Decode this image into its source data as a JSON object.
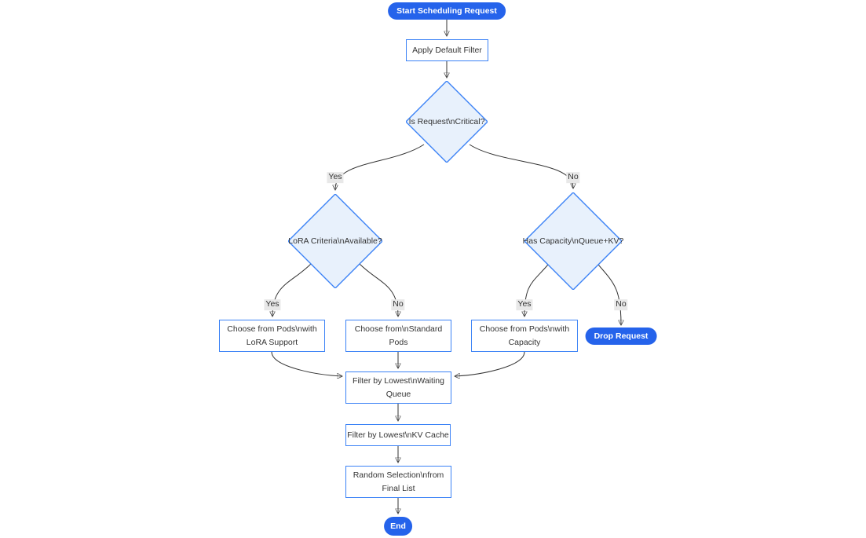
{
  "diagram": {
    "type": "flowchart",
    "direction": "top-down",
    "colors": {
      "accent_fill": "#2563eb",
      "node_border": "#3b82f6",
      "node_fill": "#ffffff",
      "decision_fill": "#e8f1fc",
      "edge_stroke": "#333333",
      "edge_label_bg": "#e8e8e8",
      "text": "#333333",
      "accent_text": "#ffffff"
    },
    "nodes": {
      "start": {
        "label": "Start Scheduling Request",
        "shape": "stadium"
      },
      "apply_filter": {
        "label": "Apply Default Filter",
        "shape": "rect"
      },
      "is_critical": {
        "label": "Is Request\\nCritical?",
        "shape": "diamond"
      },
      "lora_criteria": {
        "label": "LoRA Criteria\\nAvailable?",
        "shape": "diamond"
      },
      "has_capacity": {
        "label": "Has Capacity\\nQueue+KV?",
        "shape": "diamond"
      },
      "choose_lora": {
        "label": "Choose from Pods\\nwith LoRA Support",
        "shape": "rect"
      },
      "choose_standard": {
        "label": "Choose from\\nStandard Pods",
        "shape": "rect"
      },
      "choose_capacity": {
        "label": "Choose from Pods\\nwith Capacity",
        "shape": "rect"
      },
      "drop_request": {
        "label": "Drop Request",
        "shape": "stadium"
      },
      "filter_waiting": {
        "label": "Filter by Lowest\\nWaiting Queue",
        "shape": "rect"
      },
      "filter_kv": {
        "label": "Filter by Lowest\\nKV Cache",
        "shape": "rect"
      },
      "random_selection": {
        "label": "Random Selection\\nfrom Final List",
        "shape": "rect"
      },
      "end": {
        "label": "End",
        "shape": "stadium"
      }
    },
    "edges": [
      {
        "from": "start",
        "to": "apply_filter",
        "label": ""
      },
      {
        "from": "apply_filter",
        "to": "is_critical",
        "label": ""
      },
      {
        "from": "is_critical",
        "to": "lora_criteria",
        "label": "Yes"
      },
      {
        "from": "is_critical",
        "to": "has_capacity",
        "label": "No"
      },
      {
        "from": "lora_criteria",
        "to": "choose_lora",
        "label": "Yes"
      },
      {
        "from": "lora_criteria",
        "to": "choose_standard",
        "label": "No"
      },
      {
        "from": "has_capacity",
        "to": "choose_capacity",
        "label": "Yes"
      },
      {
        "from": "has_capacity",
        "to": "drop_request",
        "label": "No"
      },
      {
        "from": "choose_lora",
        "to": "filter_waiting",
        "label": ""
      },
      {
        "from": "choose_standard",
        "to": "filter_waiting",
        "label": ""
      },
      {
        "from": "choose_capacity",
        "to": "filter_waiting",
        "label": ""
      },
      {
        "from": "filter_waiting",
        "to": "filter_kv",
        "label": ""
      },
      {
        "from": "filter_kv",
        "to": "random_selection",
        "label": ""
      },
      {
        "from": "random_selection",
        "to": "end",
        "label": ""
      }
    ]
  }
}
